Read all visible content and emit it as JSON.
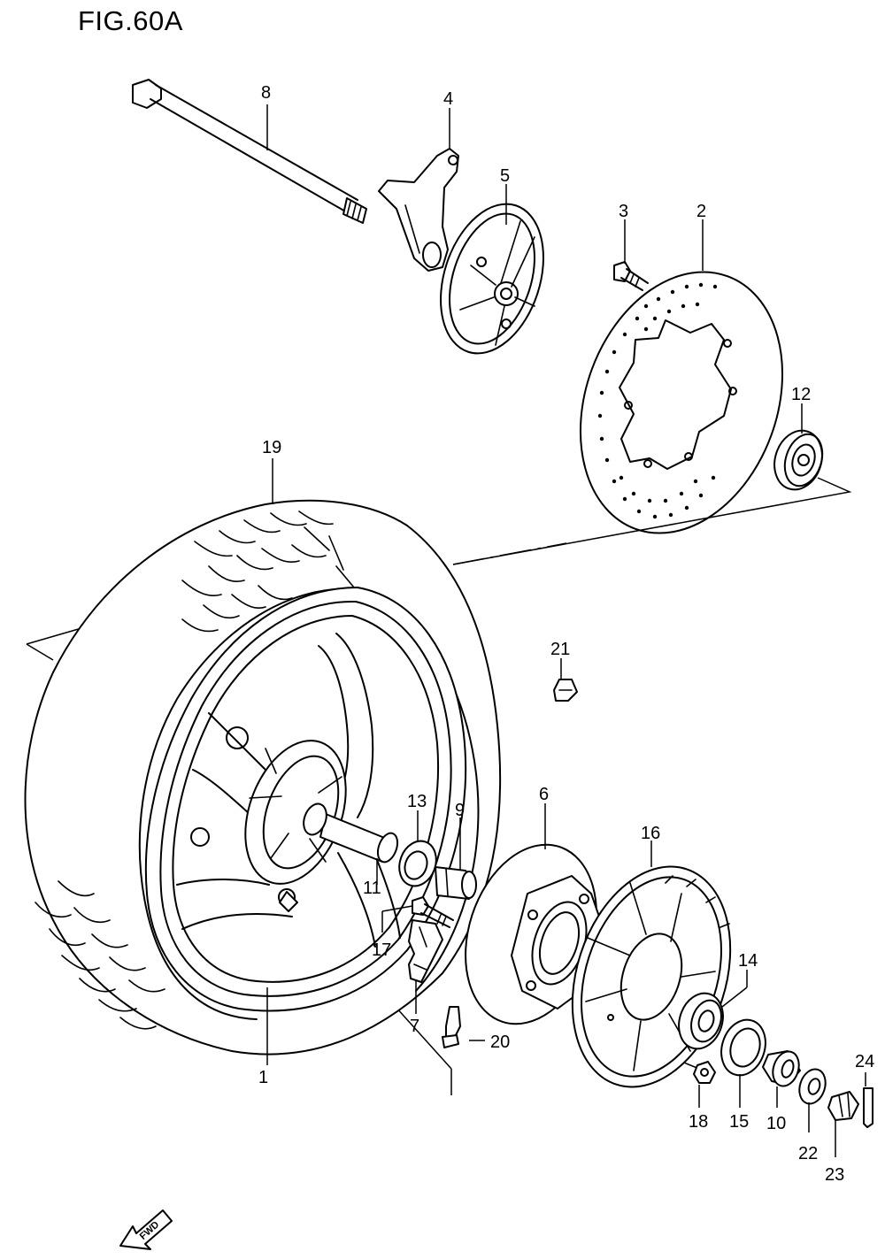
{
  "figure": {
    "title": "FIG.60A"
  },
  "fwd_label": "FWD",
  "parts": [
    {
      "ref": "1"
    },
    {
      "ref": "2"
    },
    {
      "ref": "3"
    },
    {
      "ref": "4"
    },
    {
      "ref": "5"
    },
    {
      "ref": "6"
    },
    {
      "ref": "7"
    },
    {
      "ref": "8"
    },
    {
      "ref": "9"
    },
    {
      "ref": "10"
    },
    {
      "ref": "11"
    },
    {
      "ref": "12"
    },
    {
      "ref": "13"
    },
    {
      "ref": "14"
    },
    {
      "ref": "15"
    },
    {
      "ref": "16"
    },
    {
      "ref": "17"
    },
    {
      "ref": "18"
    },
    {
      "ref": "19"
    },
    {
      "ref": "20"
    },
    {
      "ref": "21"
    },
    {
      "ref": "22"
    },
    {
      "ref": "23"
    },
    {
      "ref": "24"
    }
  ]
}
